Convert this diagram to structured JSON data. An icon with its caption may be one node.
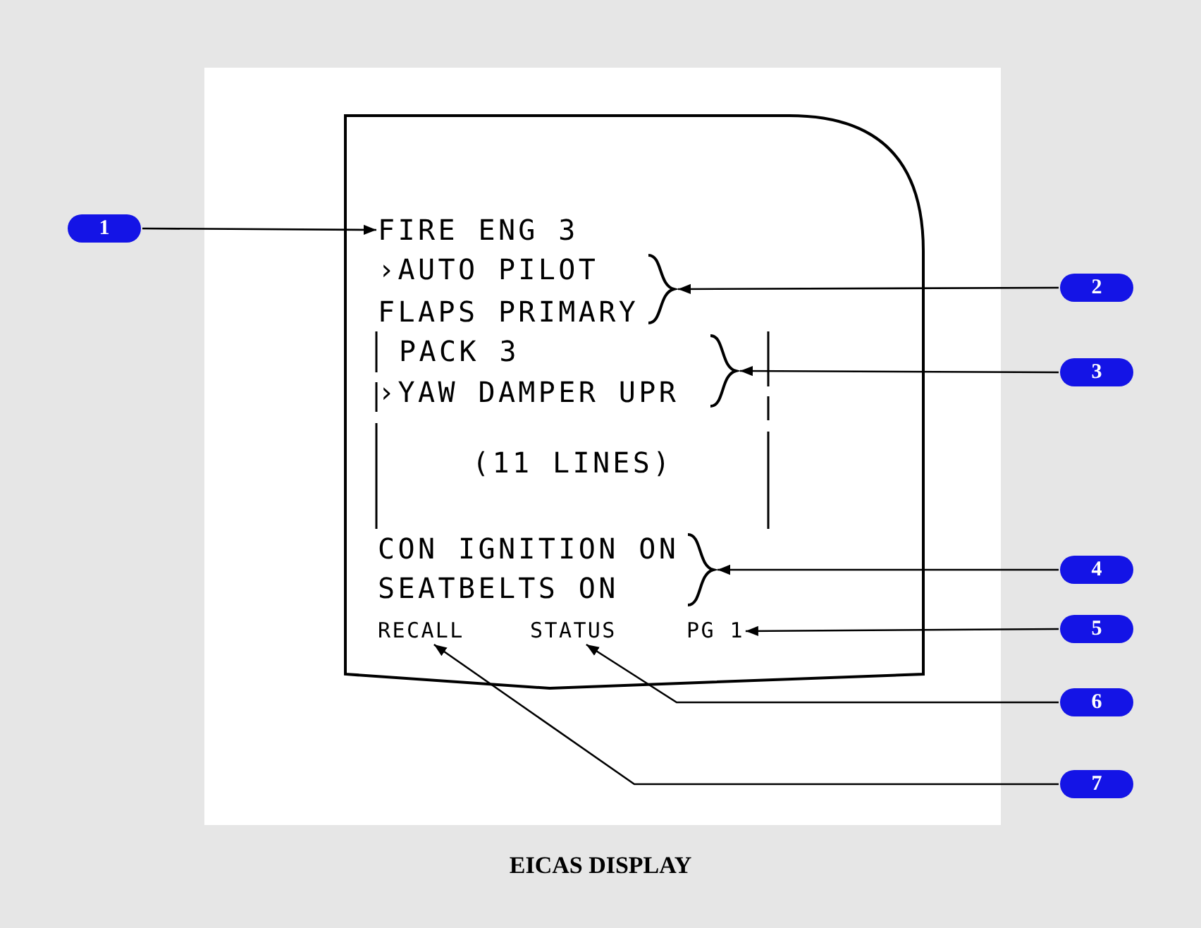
{
  "diagram": {
    "caption": "EICAS DISPLAY",
    "nodes": [
      {
        "text": [],
        "shape": "box"
      },
      {
        "text": [
          "FIRE ENG 3"
        ],
        "in": 0
      },
      {
        "text": [],
        "shape": "bracket",
        "in": 0
      },
      {
        "text": [],
        "shape": "bracket",
        "in": 0
      },
      {
        "text": [],
        "shape": "bracket",
        "in": 0
      },
      {
        "text": [
          "PG 1"
        ],
        "in": 0
      },
      {
        "text": [
          "STATUS"
        ],
        "in": 0
      },
      {
        "text": [
          "RECALL"
        ],
        "in": 0
      },
      {
        "text": [
          "1"
        ]
      },
      {
        "text": [
          "2"
        ]
      },
      {
        "text": [
          "3"
        ]
      },
      {
        "text": [
          "4"
        ]
      },
      {
        "text": [
          "5"
        ]
      },
      {
        "text": [
          "6"
        ]
      },
      {
        "text": [
          "7"
        ]
      }
    ],
    "edges": [
      {
        "from": 8,
        "to": 1,
        "arrow": "to"
      },
      {
        "from": 9,
        "to": 2,
        "arrow": "to"
      },
      {
        "from": 10,
        "to": 3,
        "arrow": "to"
      },
      {
        "from": 11,
        "to": 4,
        "arrow": "to"
      },
      {
        "from": 12,
        "to": 5,
        "arrow": "to"
      },
      {
        "from": 13,
        "to": 6,
        "arrow": "to"
      },
      {
        "from": 14,
        "to": 7,
        "arrow": "to"
      }
    ],
    "labels": [
      "›AUTO PILOT",
      "FLAPS PRIMARY",
      "PACK 3",
      "›YAW DAMPER UPR",
      "(11 LINES)",
      "CON IGNITION ON",
      "SEATBELTS ON"
    ]
  }
}
